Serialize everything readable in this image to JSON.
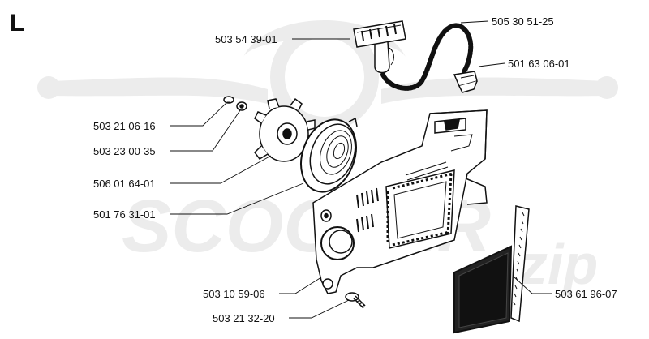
{
  "section_letter": "L",
  "watermark": {
    "brand": "SCOOTER",
    "sub": "zip",
    "color": "#ececec"
  },
  "parts": [
    {
      "id": "p1",
      "number": "503 54 39-01"
    },
    {
      "id": "p2",
      "number": "505 30 51-25"
    },
    {
      "id": "p3",
      "number": "501 63 06-01"
    },
    {
      "id": "p4",
      "number": "503 21 06-16"
    },
    {
      "id": "p5",
      "number": "503 23 00-35"
    },
    {
      "id": "p6",
      "number": "506 01 64-01"
    },
    {
      "id": "p7",
      "number": "501 76 31-01"
    },
    {
      "id": "p8",
      "number": "503 10 59-06"
    },
    {
      "id": "p9",
      "number": "503 21 32-20"
    },
    {
      "id": "p10",
      "number": "503 61 96-07"
    }
  ]
}
